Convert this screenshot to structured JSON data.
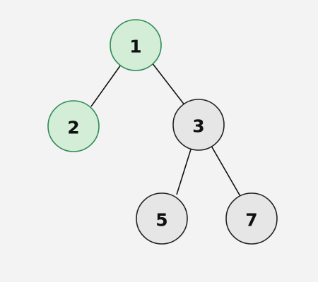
{
  "tree": {
    "colors": {
      "background": "#f3f3f3",
      "highlight_fill": "#d4edd7",
      "highlight_stroke": "#2e8b57",
      "normal_fill": "#e6e6e6",
      "normal_stroke": "#222222",
      "edge": "#111111"
    },
    "nodes": [
      {
        "id": "n1",
        "label": "1",
        "highlighted": true
      },
      {
        "id": "n2",
        "label": "2",
        "highlighted": true
      },
      {
        "id": "n3",
        "label": "3",
        "highlighted": false
      },
      {
        "id": "n5",
        "label": "5",
        "highlighted": false
      },
      {
        "id": "n7",
        "label": "7",
        "highlighted": false
      }
    ],
    "edges": [
      {
        "from": "n1",
        "to": "n2"
      },
      {
        "from": "n1",
        "to": "n3"
      },
      {
        "from": "n3",
        "to": "n5"
      },
      {
        "from": "n3",
        "to": "n7"
      }
    ]
  }
}
